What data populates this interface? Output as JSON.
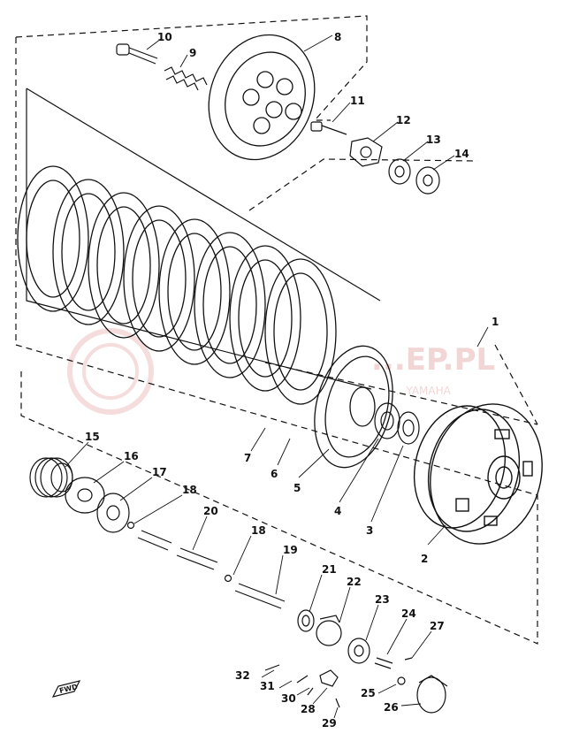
{
  "watermark": {
    "main": "...EP.PL",
    "sub": "...YAMAHA"
  },
  "fwd_label": "FWD",
  "callouts": [
    "1",
    "2",
    "3",
    "4",
    "5",
    "6",
    "7",
    "8",
    "9",
    "10",
    "11",
    "12",
    "13",
    "14",
    "15",
    "16",
    "17",
    "18",
    "18",
    "19",
    "20",
    "21",
    "22",
    "23",
    "24",
    "25",
    "26",
    "27",
    "28",
    "29",
    "30",
    "31",
    "32"
  ],
  "colors": {
    "ink": "#111111",
    "watermark": "#e8b4b4",
    "background": "#ffffff"
  }
}
